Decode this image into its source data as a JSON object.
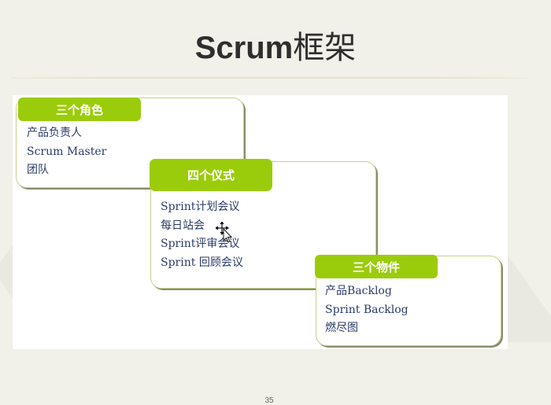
{
  "slide": {
    "title_latin": "Scrum",
    "title_cn": "框架",
    "page_number": "35"
  },
  "boxes": [
    {
      "heading": "三个角色",
      "items": [
        "产品负责人",
        "Scrum Master",
        "团队"
      ]
    },
    {
      "heading": "四个仪式",
      "items": [
        "Sprint计划会议",
        "每日站会",
        "Sprint评审会议",
        "Sprint 回顾会议"
      ]
    },
    {
      "heading": "三个物件",
      "items": [
        "产品Backlog",
        "Sprint Backlog",
        "燃尽图"
      ]
    }
  ],
  "colors": {
    "heading_bg": "#9bcc0c",
    "item_text": "#2a3a6a",
    "title_text": "#2e2e2e"
  },
  "cursor": {
    "icon": "move-cursor-icon"
  }
}
